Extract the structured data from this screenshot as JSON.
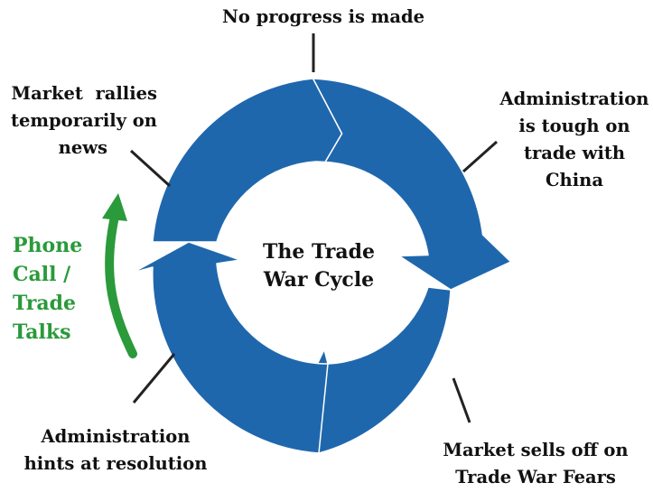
{
  "center": {
    "line1": "The Trade",
    "line2": "War Cycle"
  },
  "steps": {
    "top": {
      "line1": "No progress is made"
    },
    "right": {
      "line1": "Administration",
      "line2": "is tough on",
      "line3": "trade with",
      "line4": "China"
    },
    "bottom_right": {
      "line1": "Market sells off on",
      "line2": "Trade War Fears"
    },
    "bottom_left": {
      "line1": "Administration",
      "line2": "hints at resolution"
    },
    "top_left": {
      "line1": "Market  rallies",
      "line2": "temporarily on",
      "line3": "news"
    }
  },
  "trigger": {
    "line1": "Phone",
    "line2": "Call /",
    "line3": "Trade",
    "line4": "Talks"
  },
  "colors": {
    "ring": "#1f67ad",
    "ring_edge": "#ffffff",
    "connector": "#222222",
    "trigger": "#2a9a3a",
    "text": "#111111"
  }
}
